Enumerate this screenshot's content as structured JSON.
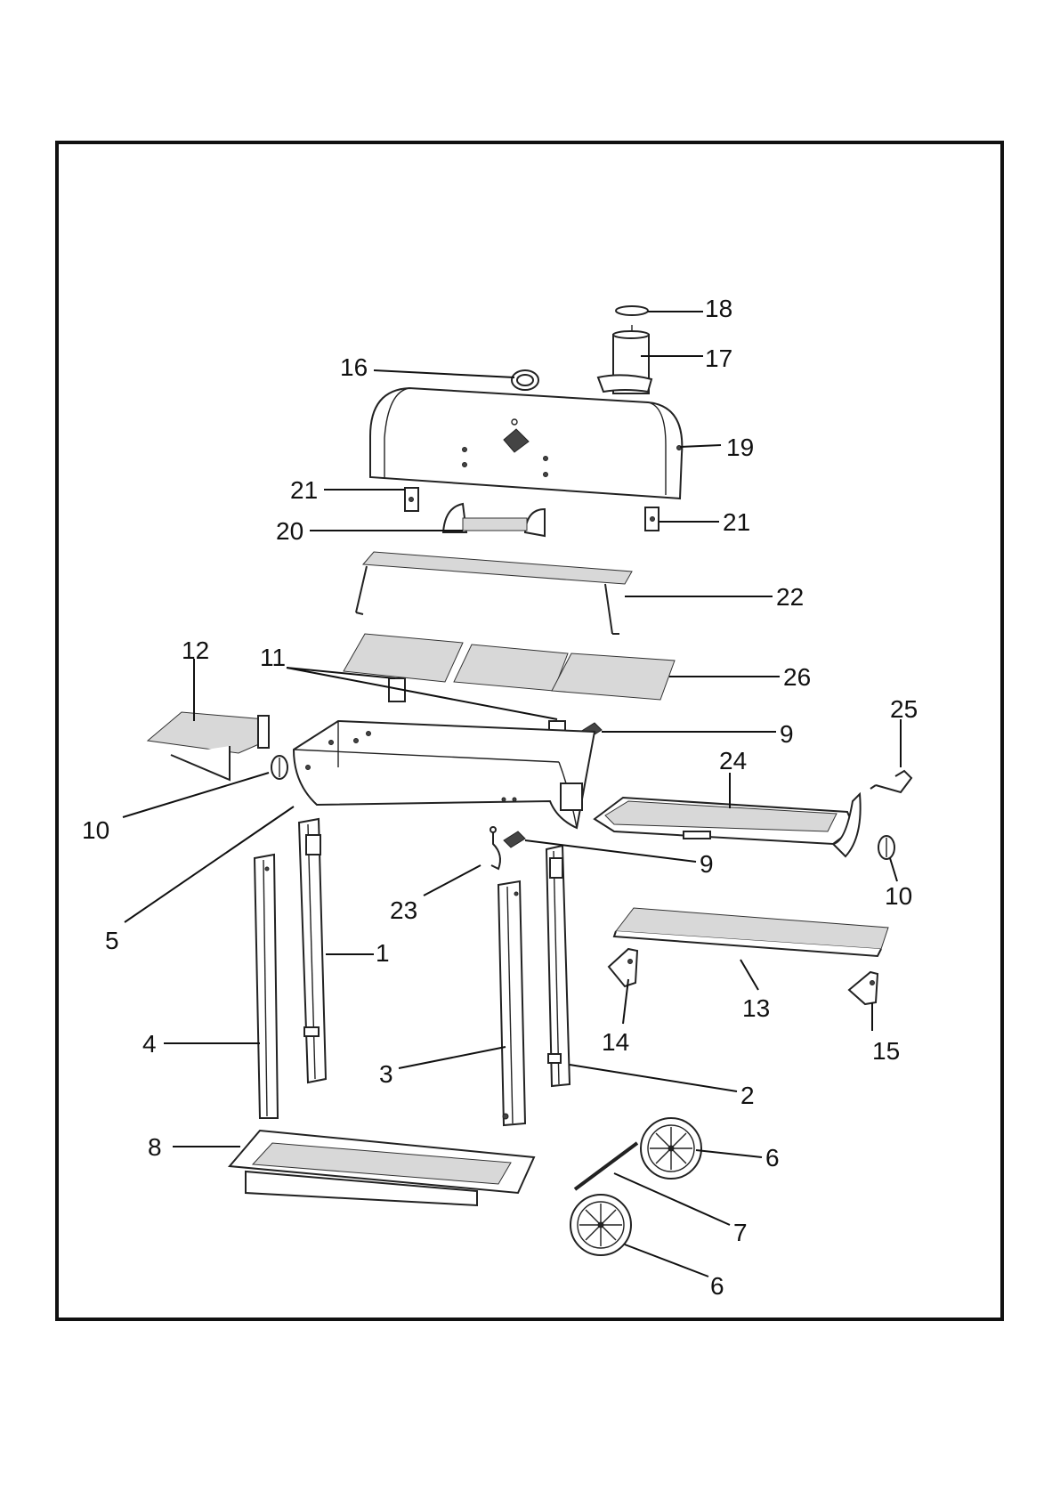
{
  "diagram": {
    "labels": [
      {
        "id": "18",
        "text": "18"
      },
      {
        "id": "17",
        "text": "17"
      },
      {
        "id": "16",
        "text": "16"
      },
      {
        "id": "19",
        "text": "19"
      },
      {
        "id": "21a",
        "text": "21"
      },
      {
        "id": "21b",
        "text": "21"
      },
      {
        "id": "20",
        "text": "20"
      },
      {
        "id": "22",
        "text": "22"
      },
      {
        "id": "12",
        "text": "12"
      },
      {
        "id": "11",
        "text": "11"
      },
      {
        "id": "26",
        "text": "26"
      },
      {
        "id": "25",
        "text": "25"
      },
      {
        "id": "9a",
        "text": "9"
      },
      {
        "id": "24",
        "text": "24"
      },
      {
        "id": "10a",
        "text": "10"
      },
      {
        "id": "9b",
        "text": "9"
      },
      {
        "id": "10b",
        "text": "10"
      },
      {
        "id": "23",
        "text": "23"
      },
      {
        "id": "5",
        "text": "5"
      },
      {
        "id": "1",
        "text": "1"
      },
      {
        "id": "13",
        "text": "13"
      },
      {
        "id": "4",
        "text": "4"
      },
      {
        "id": "14",
        "text": "14"
      },
      {
        "id": "15",
        "text": "15"
      },
      {
        "id": "3",
        "text": "3"
      },
      {
        "id": "2",
        "text": "2"
      },
      {
        "id": "8",
        "text": "8"
      },
      {
        "id": "6a",
        "text": "6"
      },
      {
        "id": "7",
        "text": "7"
      },
      {
        "id": "6b",
        "text": "6"
      }
    ]
  }
}
